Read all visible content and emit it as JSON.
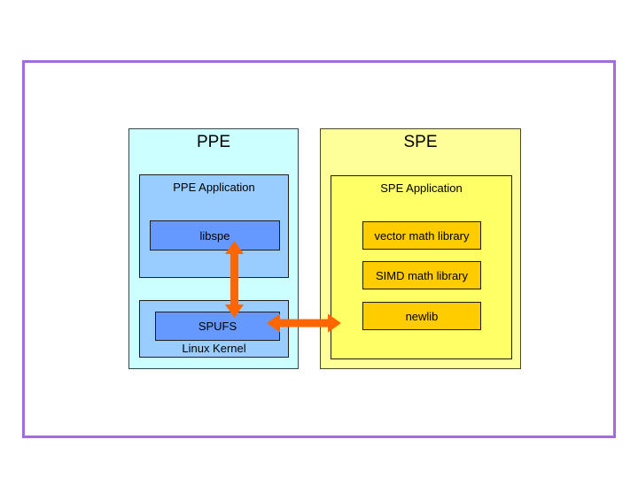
{
  "slide": {
    "background": "#FFFFFF",
    "frame_color": "#A26BE0"
  },
  "colors": {
    "ppe_outer_fill": "#CCFFFF",
    "ppe_inner_fill": "#99CCFF",
    "ppe_module_fill": "#6699FF",
    "spe_outer_fill": "#FFFF99",
    "spe_inner_fill": "#FFFF66",
    "spe_module_fill": "#FFCC00",
    "arrow": "#FF6600",
    "box_border": "#1F1F1F"
  },
  "diagram": {
    "ppe": {
      "title": "PPE",
      "application": {
        "title": "PPE Application",
        "modules": [
          {
            "label": "libspe"
          }
        ]
      },
      "kernel": {
        "label": "Linux Kernel",
        "modules": [
          {
            "label": "SPUFS"
          }
        ]
      }
    },
    "spe": {
      "title": "SPE",
      "application": {
        "title": "SPE Application",
        "modules": [
          {
            "label": "vector math library"
          },
          {
            "label": "SIMD math library"
          },
          {
            "label": "newlib"
          }
        ]
      }
    },
    "connections": [
      {
        "from": "libspe",
        "to": "SPUFS",
        "style": "bidirectional-arrow"
      },
      {
        "from": "SPUFS",
        "to": "SPE",
        "style": "bidirectional-arrow"
      }
    ]
  }
}
